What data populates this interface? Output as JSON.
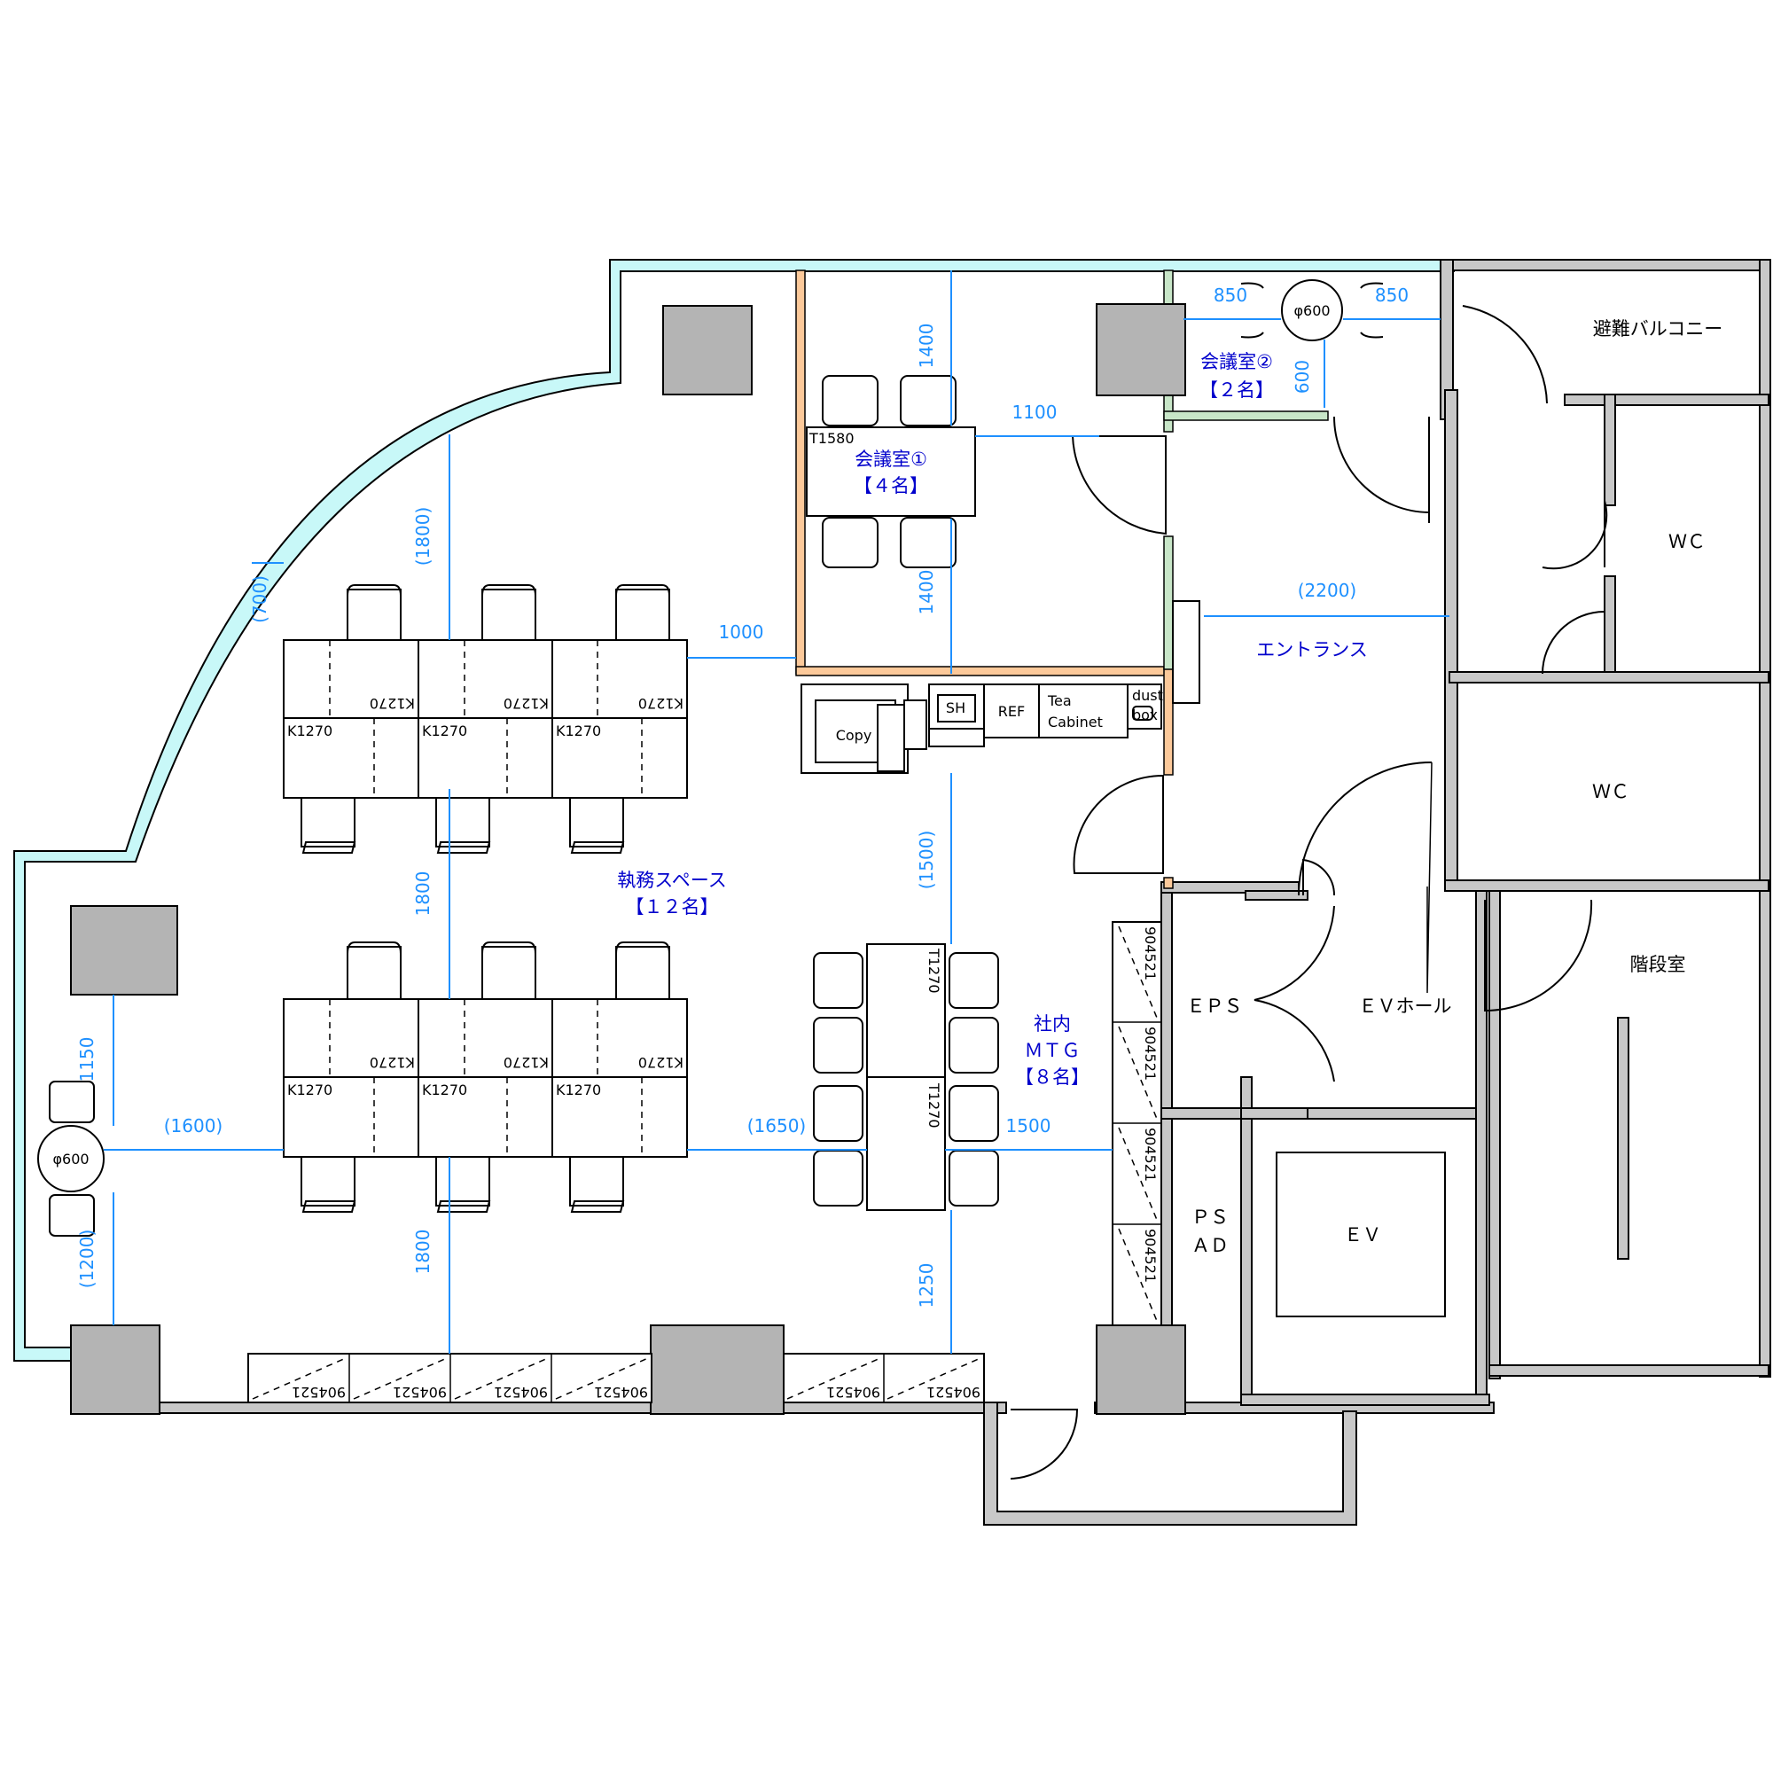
{
  "rooms": {
    "work_space": "執務スペース",
    "work_space_cap": "【１２名】",
    "meeting1": "会議室①",
    "meeting1_cap": "【４名】",
    "meeting2": "会議室②",
    "meeting2_cap": "【２名】",
    "mtg_line1": "社内",
    "mtg_line2": "ＭＴＧ",
    "mtg_cap": "【８名】",
    "entrance": "エントランス",
    "balcony": "避難バルコニー",
    "wc": "ＷＣ",
    "stairs": "階段室",
    "eps": "ＥＰＳ",
    "ev_hall": "ＥＶホール",
    "ps": "ＰＳ",
    "ad": "ＡＤ",
    "ev": "ＥＶ"
  },
  "furniture": {
    "copy": "Copy",
    "sh": "SH",
    "ref": "REF",
    "tea1": "Tea",
    "tea2": "Cabinet",
    "dust1": "dust",
    "dust2": "box",
    "desk": "K1270",
    "table_meeting1": "T1580",
    "table_mtg": "T1270",
    "round_table": "φ600",
    "cabinet": "904521"
  },
  "dims": {
    "d1400": "1400",
    "d1100": "1100",
    "d850": "850",
    "d600": "600",
    "d1800p": "(1800)",
    "d700p": "(700)",
    "d1000": "1000",
    "d2200p": "(2200)",
    "d1500p": "(1500)",
    "d1800": "1800",
    "d1150": "1150",
    "d1600p": "(1600)",
    "d1650p": "(1650)",
    "d1500": "1500",
    "d1200p": "(1200)",
    "d1250": "1250"
  }
}
